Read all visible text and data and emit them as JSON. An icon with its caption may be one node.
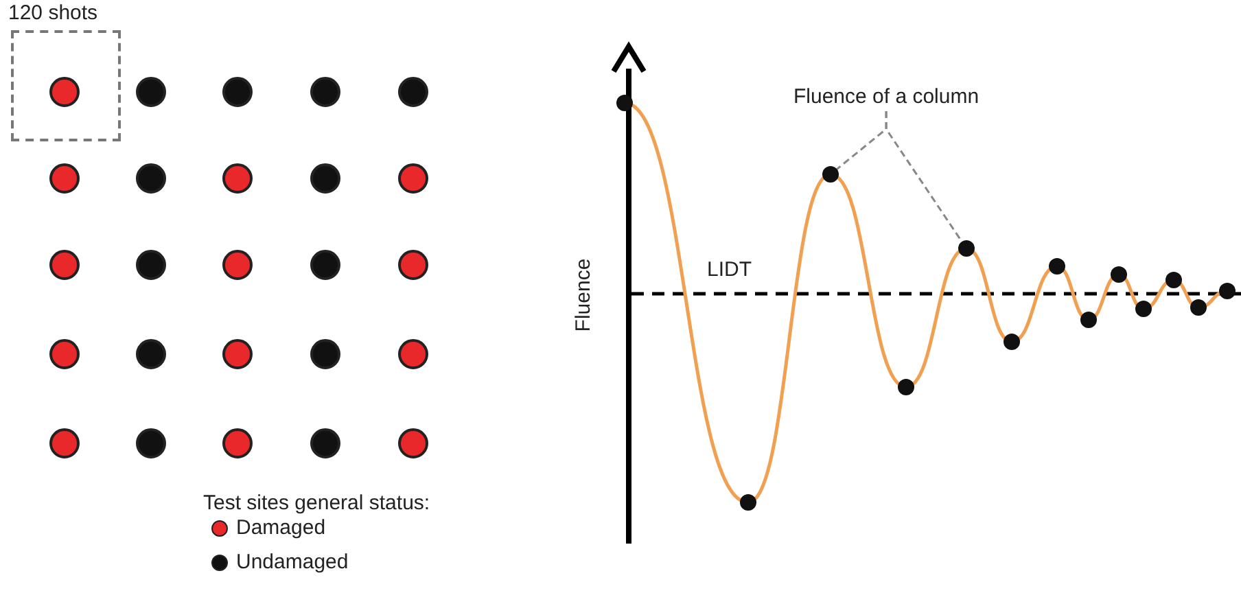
{
  "diagram": {
    "nodes": [
      {
        "text": [
          "120 shots"
        ]
      },
      {
        "text": [
          "Fluence of a column"
        ]
      },
      {
        "text": [],
        "shape": "circle"
      },
      {
        "text": [],
        "shape": "circle"
      }
    ],
    "edges": [
      {
        "from": 1,
        "to": 2,
        "arrow": "none",
        "style": "dashed"
      },
      {
        "from": 1,
        "to": 3,
        "arrow": "none",
        "style": "dashed"
      }
    ],
    "labels": [
      "LIDT",
      "Fluence",
      "Test sites general status:"
    ],
    "legend": [
      {
        "text": "Damaged",
        "color": "#e8282b"
      },
      {
        "text": "Undamaged",
        "color": "#111111"
      }
    ]
  }
}
